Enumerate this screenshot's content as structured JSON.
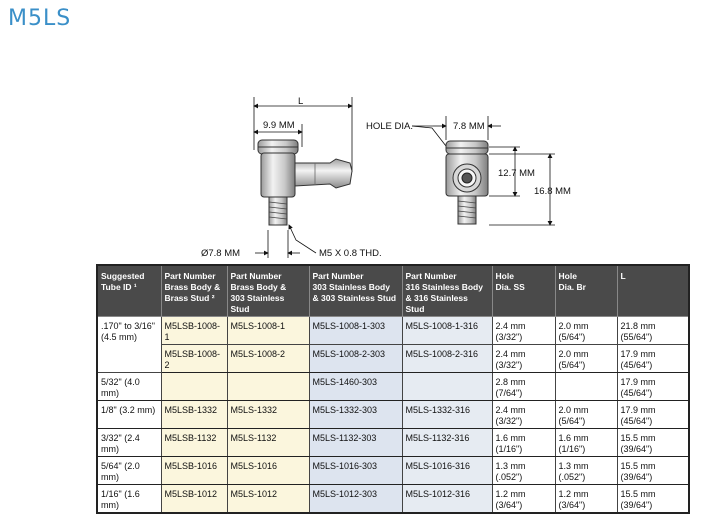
{
  "title": "M5LS",
  "drawing": {
    "dim_l": "L",
    "dim_9_9": "9.9 MM",
    "dim_dia_7_8": "Ø7.8 MM",
    "thread": "M5 X 0.8 THD.",
    "hole_dia": "HOLE DIA.",
    "dim_7_8": "7.8 MM",
    "dim_12_7": "12.7 MM",
    "dim_16_8": "16.8 MM"
  },
  "table": {
    "headers": [
      {
        "line1": "Suggested",
        "line2": "Tube ID ¹",
        "line3": ""
      },
      {
        "line1": "Part Number",
        "line2": "Brass Body &",
        "line3": "Brass Stud ²"
      },
      {
        "line1": "Part Number",
        "line2": "Brass Body &",
        "line3": "303 Stainless Stud"
      },
      {
        "line1": "Part Number",
        "line2": "303 Stainless Body",
        "line3": "& 303 Stainless Stud"
      },
      {
        "line1": "Part Number",
        "line2": "316 Stainless Body",
        "line3": "& 316 Stainless Stud"
      },
      {
        "line1": "Hole",
        "line2": "Dia. SS",
        "line3": ""
      },
      {
        "line1": "Hole",
        "line2": "Dia. Br",
        "line3": ""
      },
      {
        "line1": "L",
        "line2": "",
        "line3": ""
      }
    ],
    "rows": [
      [
        ".170\" to 3/16\" (4.5 mm)",
        "M5LSB-1008-1",
        "M5LS-1008-1",
        "M5LS-1008-1-303",
        "M5LS-1008-1-316",
        "2.4 mm (3/32\")",
        "2.0 mm (5/64\")",
        "21.8 mm (55/64\")"
      ],
      [
        "",
        "M5LSB-1008-2",
        "M5LS-1008-2",
        "M5LS-1008-2-303",
        "M5LS-1008-2-316",
        "2.4 mm (3/32\")",
        "2.0 mm (5/64\")",
        "17.9 mm (45/64\")"
      ],
      [
        "5/32\" (4.0 mm)",
        "",
        "",
        "M5LS-1460-303",
        "",
        "2.8 mm (7/64\")",
        "",
        "17.9 mm (45/64\")"
      ],
      [
        "1/8\" (3.2 mm)",
        "M5LSB-1332",
        "M5LS-1332",
        "M5LS-1332-303",
        "M5LS-1332-316",
        "2.4 mm (3/32\")",
        "2.0 mm (5/64\")",
        "17.9 mm (45/64\")"
      ],
      [
        "3/32\" (2.4 mm)",
        "M5LSB-1132",
        "M5LS-1132",
        "M5LS-1132-303",
        "M5LS-1132-316",
        "1.6 mm (1/16\")",
        "1.6 mm (1/16\")",
        "15.5 mm (39/64\")"
      ],
      [
        "5/64\" (2.0 mm)",
        "M5LSB-1016",
        "M5LS-1016",
        "M5LS-1016-303",
        "M5LS-1016-316",
        "1.3 mm (.052\")",
        "1.3 mm (.052\")",
        "15.5 mm (39/64\")"
      ],
      [
        "1/16\" (1.6 mm)",
        "M5LSB-1012",
        "M5LS-1012",
        "M5LS-1012-303",
        "M5LS-1012-316",
        "1.2 mm (3/64\")",
        "1.2 mm (3/64\")",
        "15.5 mm (39/64\")"
      ]
    ]
  }
}
